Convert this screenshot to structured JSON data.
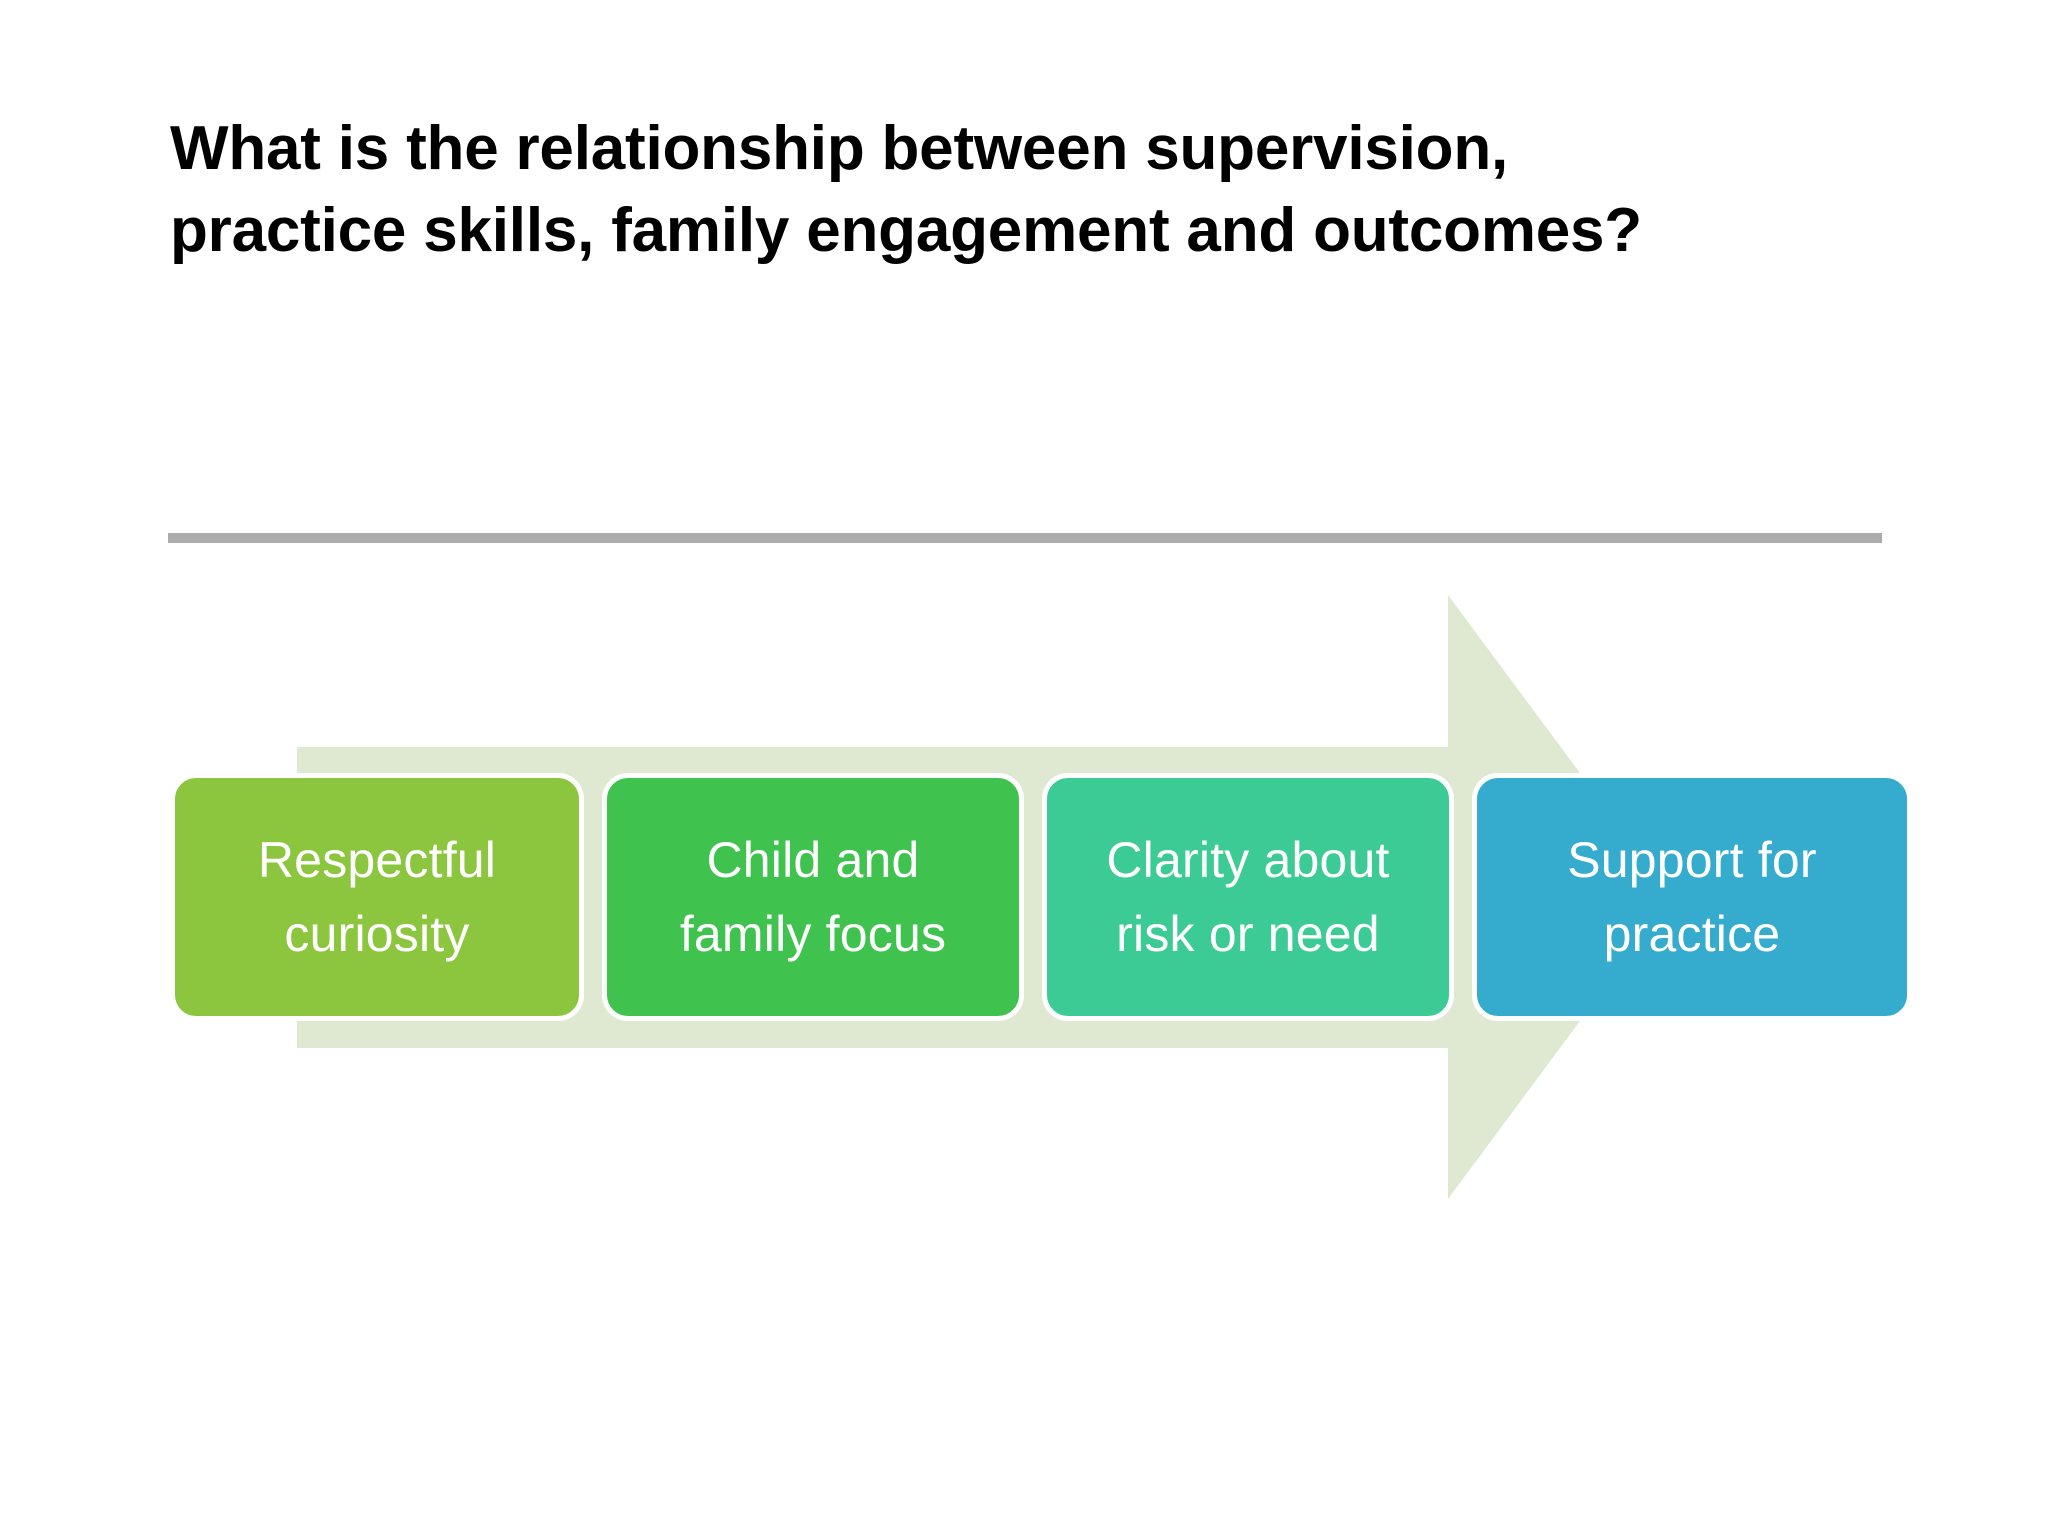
{
  "slide": {
    "background_color": "#FFFFFF",
    "title": {
      "line1": "What is the relationship between supervision,",
      "line2": "practice skills, family engagement and outcomes?",
      "color": "#000000"
    },
    "divider": {
      "color": "#ABABAB"
    },
    "arrow": {
      "name": "process-arrow",
      "direction": "right",
      "fill_color": "#DFE9D2"
    },
    "process": {
      "steps": [
        {
          "index": 1,
          "line1": "Respectful",
          "line2": "curiosity",
          "fill_color": "#8CC63F",
          "text_color": "#FFFFFF"
        },
        {
          "index": 2,
          "line1": "Child and",
          "line2": "family focus",
          "fill_color": "#3FC34E",
          "text_color": "#FFFFFF"
        },
        {
          "index": 3,
          "line1": "Clarity about",
          "line2": "risk or need",
          "fill_color": "#3CCB95",
          "text_color": "#FFFFFF"
        },
        {
          "index": 4,
          "line1": "Support for",
          "line2": "practice",
          "fill_color": "#35ABCE",
          "text_color": "#FFFFFF"
        }
      ]
    }
  }
}
